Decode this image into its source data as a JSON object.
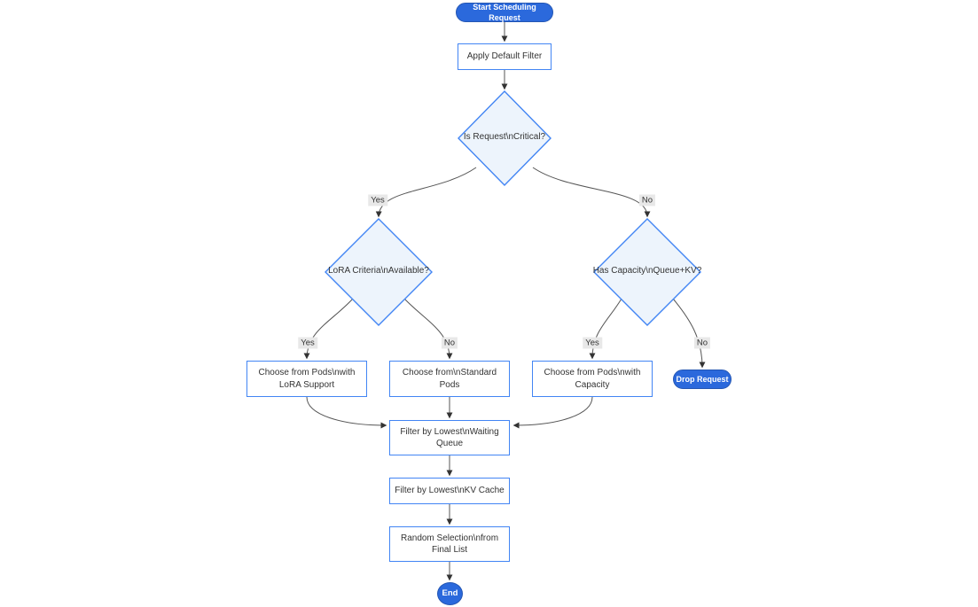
{
  "diagram": {
    "type": "flowchart",
    "colors": {
      "node_fill": "#ffffff",
      "node_border": "#4285f4",
      "decision_fill": "#edf4fc",
      "decision_border": "#4285f4",
      "pill_fill": "#2b69dc",
      "pill_border": "#2456b3",
      "pill_text": "#ffffff",
      "edge_line": "#555555",
      "arrowhead": "#333333",
      "edge_label_bg": "#e8e8e8",
      "text": "#333333"
    },
    "nodes": {
      "start": {
        "label": "Start Scheduling Request",
        "shape": "pill"
      },
      "apply_filter": {
        "label": "Apply Default Filter",
        "shape": "rect"
      },
      "is_critical": {
        "label": "Is Request\\nCritical?",
        "shape": "diamond"
      },
      "lora_criteria": {
        "label": "LoRA Criteria\\nAvailable?",
        "shape": "diamond"
      },
      "has_capacity": {
        "label": "Has Capacity\\nQueue+KV?",
        "shape": "diamond"
      },
      "choose_lora": {
        "label": "Choose from Pods\\nwith LoRA Support",
        "shape": "rect"
      },
      "choose_standard": {
        "label": "Choose from\\nStandard Pods",
        "shape": "rect"
      },
      "choose_capacity": {
        "label": "Choose from Pods\\nwith Capacity",
        "shape": "rect"
      },
      "drop_request": {
        "label": "Drop Request",
        "shape": "pill"
      },
      "filter_queue": {
        "label": "Filter by Lowest\\nWaiting Queue",
        "shape": "rect"
      },
      "filter_kv": {
        "label": "Filter by Lowest\\nKV Cache",
        "shape": "rect"
      },
      "random_selection": {
        "label": "Random Selection\\nfrom Final List",
        "shape": "rect"
      },
      "end": {
        "label": "End",
        "shape": "circle"
      }
    },
    "edge_labels": {
      "critical_yes": "Yes",
      "critical_no": "No",
      "lora_yes": "Yes",
      "lora_no": "No",
      "capacity_yes": "Yes",
      "capacity_no": "No"
    }
  }
}
